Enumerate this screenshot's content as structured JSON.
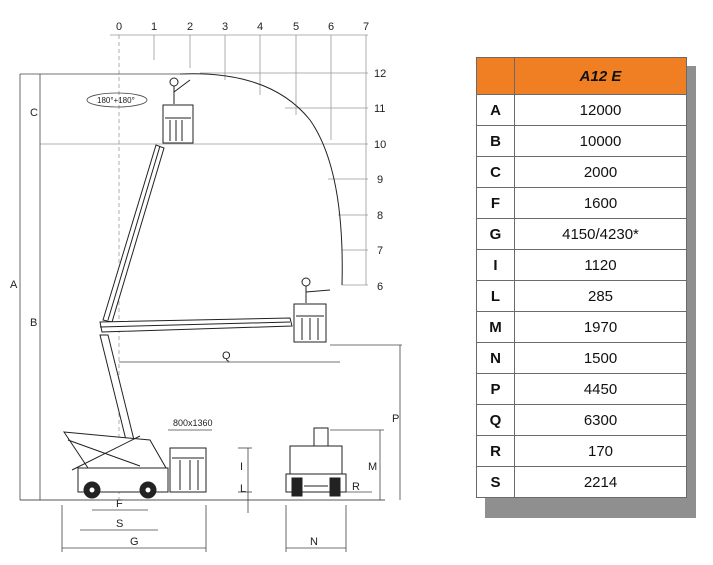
{
  "diagram": {
    "top_scale": [
      "0",
      "1",
      "2",
      "3",
      "4",
      "5",
      "6",
      "7"
    ],
    "height_scale": [
      "12",
      "11",
      "10",
      "9",
      "8",
      "7",
      "6"
    ],
    "rotation_label": "180°+180°",
    "basket_size_label": "800x1360",
    "dimension_letters": {
      "A": "A",
      "B": "B",
      "C": "C",
      "F": "F",
      "G": "G",
      "I": "I",
      "L": "L",
      "M": "M",
      "N": "N",
      "P": "P",
      "Q": "Q",
      "R": "R",
      "S": "S"
    }
  },
  "spec_table": {
    "header": "A12 E",
    "rows": [
      {
        "key": "A",
        "value": "12000"
      },
      {
        "key": "B",
        "value": "10000"
      },
      {
        "key": "C",
        "value": "2000"
      },
      {
        "key": "F",
        "value": "1600"
      },
      {
        "key": "G",
        "value": "4150/4230*"
      },
      {
        "key": "I",
        "value": "1120"
      },
      {
        "key": "L",
        "value": "285"
      },
      {
        "key": "M",
        "value": "1970"
      },
      {
        "key": "N",
        "value": "1500"
      },
      {
        "key": "P",
        "value": "4450"
      },
      {
        "key": "Q",
        "value": "6300"
      },
      {
        "key": "R",
        "value": "170"
      },
      {
        "key": "S",
        "value": "2214"
      }
    ]
  },
  "colors": {
    "header_orange": "#ef7f22",
    "shadow_gray": "#8f8f8f",
    "line": "#333333"
  }
}
